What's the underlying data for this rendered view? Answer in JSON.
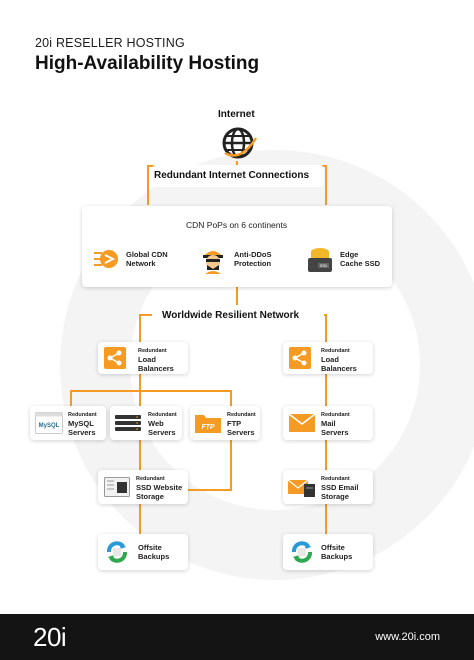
{
  "header": {
    "subtitle": "20i RESELLER HOSTING",
    "title": "High-Availability Hosting"
  },
  "internet": {
    "label": "Internet"
  },
  "redundant_connections": {
    "label": "Redundant Internet Connections"
  },
  "cdn": {
    "heading": "CDN PoPs on 6 continents",
    "items": [
      {
        "label": "Global CDN\nNetwork",
        "icon": "cdn-speed-icon"
      },
      {
        "label": "Anti-DDoS\nProtection",
        "icon": "bandit-icon"
      },
      {
        "label": "Edge\nCache SSD",
        "icon": "ssd-drive-icon"
      }
    ]
  },
  "network": {
    "label": "Worldwide Resilient Network"
  },
  "tag": "Redundant",
  "nodes": {
    "load_left": {
      "label": "Load\nBalancers",
      "icon": "share-icon"
    },
    "load_right": {
      "label": "Load\nBalancers",
      "icon": "share-icon"
    },
    "mysql": {
      "label": "MySQL\nServers",
      "icon": "mysql-icon",
      "logo_text": "MySQL"
    },
    "web": {
      "label": "Web\nServers",
      "icon": "server-rack-icon"
    },
    "ftp": {
      "label": "FTP\nServers",
      "icon": "ftp-folder-icon",
      "logo_text": "FTP"
    },
    "mail": {
      "label": "Mail\nServers",
      "icon": "envelope-icon"
    },
    "ssd_web": {
      "label": "SSD Website\nStorage",
      "icon": "hard-drive-icon"
    },
    "ssd_email": {
      "label": "SSD Email\nStorage",
      "icon": "email-storage-icon"
    },
    "backup_left": {
      "label": "Offsite\nBackups",
      "icon": "backup-arrows-icon"
    },
    "backup_right": {
      "label": "Offsite\nBackups",
      "icon": "backup-arrows-icon"
    }
  },
  "footer": {
    "logo": "20i",
    "url": "www.20i.com"
  },
  "colors": {
    "accent": "#f59a23",
    "dark": "#141414"
  }
}
